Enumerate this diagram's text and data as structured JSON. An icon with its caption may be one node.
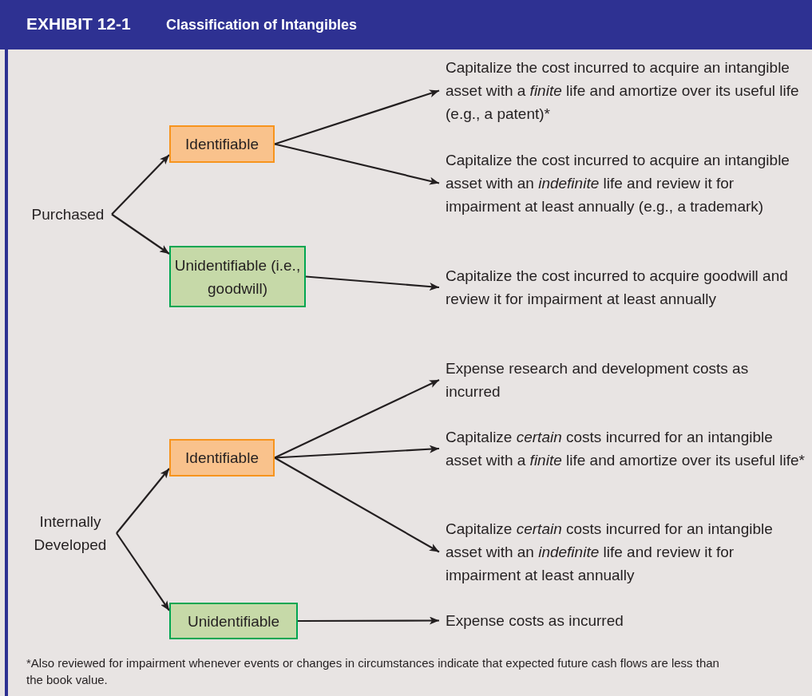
{
  "diagram": {
    "title": "Classification of Intangibles",
    "caption": "*Also reviewed for impairment whenever events or changes in circumstances indicate that expected future cash flows are less than the book value.",
    "labels": [
      "EXHIBIT 12-1"
    ],
    "nodes": [
      {
        "text": [
          "Purchased"
        ]
      },
      {
        "text": [
          "Identifiable"
        ]
      },
      {
        "text": [
          "Unidentifiable (i.e., goodwill)"
        ]
      },
      {
        "text": [
          "Capitalize the cost incurred to acquire an intangible asset with a *finite* life and amortize over its useful life (e.g., a patent)*"
        ]
      },
      {
        "text": [
          "Capitalize the cost incurred to acquire an intangible asset with an *indefinite* life and review it for impairment at least annually (e.g., a trademark)"
        ]
      },
      {
        "text": [
          "Capitalize the cost incurred to acquire goodwill and review it for impairment at least annually"
        ]
      },
      {
        "text": [
          "Internally Developed"
        ]
      },
      {
        "text": [
          "Identifiable"
        ]
      },
      {
        "text": [
          "Unidentifiable"
        ]
      },
      {
        "text": [
          "Expense research and development costs as incurred"
        ]
      },
      {
        "text": [
          "Capitalize *certain* costs incurred for an intangible asset with a *finite* life and amortize over its useful life*"
        ]
      },
      {
        "text": [
          "Capitalize *certain* costs incurred for an intangible asset with an *indefinite* life and review it for impairment at least annually"
        ]
      },
      {
        "text": [
          "Expense costs as incurred"
        ]
      }
    ],
    "edges": [
      {
        "from": 0,
        "to": 1,
        "arrow": "to"
      },
      {
        "from": 0,
        "to": 2,
        "arrow": "to"
      },
      {
        "from": 1,
        "to": 3,
        "arrow": "to"
      },
      {
        "from": 1,
        "to": 4,
        "arrow": "to"
      },
      {
        "from": 2,
        "to": 5,
        "arrow": "to"
      },
      {
        "from": 6,
        "to": 7,
        "arrow": "to"
      },
      {
        "from": 6,
        "to": 8,
        "arrow": "to"
      },
      {
        "from": 7,
        "to": 9,
        "arrow": "to"
      },
      {
        "from": 7,
        "to": 10,
        "arrow": "to"
      },
      {
        "from": 7,
        "to": 11,
        "arrow": "to"
      },
      {
        "from": 8,
        "to": 12,
        "arrow": "to"
      }
    ]
  }
}
